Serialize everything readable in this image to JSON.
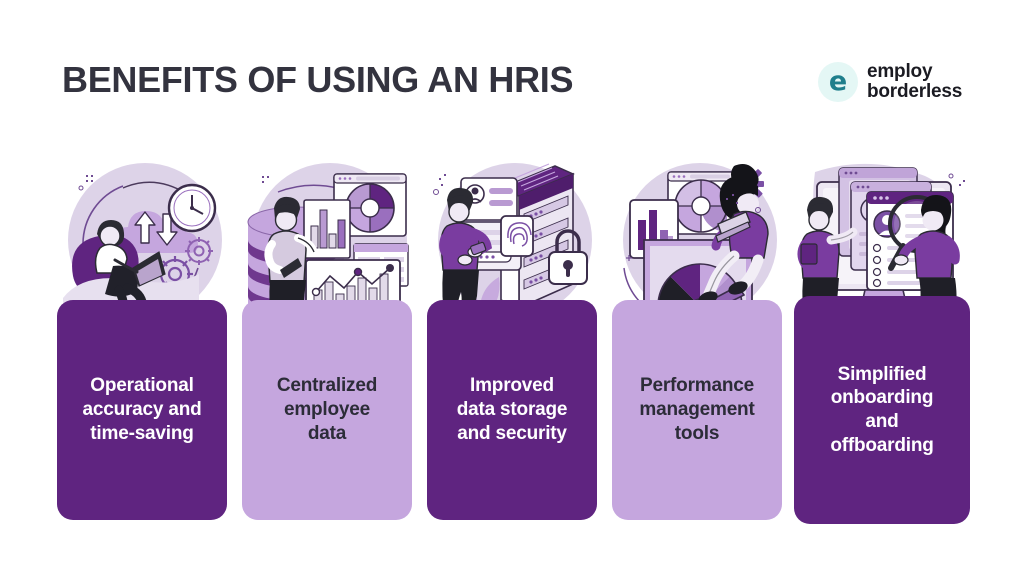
{
  "header": {
    "title": "BENEFITS OF USING AN HRIS",
    "logo": {
      "mark_glyph": "e",
      "line1": "employ",
      "line2": "borderless",
      "mark_color": "#1f7f8c",
      "mark_bg": "#e4f7f5"
    },
    "title_color": "#33333f"
  },
  "theme": {
    "dark_purple": "#5f2480",
    "light_purple": "#c5a6de",
    "mid_purple": "#9a6fbe",
    "pale_purple": "#d9c9e8",
    "lilac_bg": "#ddd3e8",
    "ink": "#2c2c38",
    "white": "#ffffff",
    "background": "#ffffff"
  },
  "cards": [
    {
      "id": "operational-accuracy",
      "label": "Operational\naccuracy and\ntime-saving",
      "label_lines": [
        "Operational",
        "accuracy and",
        "time-saving"
      ],
      "style": "dark",
      "illustration": "person-laptop-beanbag-cloud-clock-gears"
    },
    {
      "id": "centralized-employee-data",
      "label": "Centralized\nemployee\ndata",
      "label_lines": [
        "Centralized",
        "employee",
        "data"
      ],
      "style": "light",
      "illustration": "database-stack-person-charts"
    },
    {
      "id": "improved-data-storage",
      "label": "Improved\ndata storage\nand security",
      "label_lines": [
        "Improved",
        "data storage",
        "and security"
      ],
      "style": "dark",
      "illustration": "server-rack-fingerprint-padlock-person-phone"
    },
    {
      "id": "performance-management",
      "label": "Performance\nmanagement\ntools",
      "label_lines": [
        "Performance",
        "management",
        "tools"
      ],
      "style": "light",
      "illustration": "laptop-gauge-person-charts-gear"
    },
    {
      "id": "simplified-onboarding",
      "label": "Simplified\nonboarding\nand\noffboarding",
      "label_lines": [
        "Simplified",
        "onboarding",
        "and",
        "offboarding"
      ],
      "style": "dark",
      "illustration": "monitor-profile-cards-magnifier-two-people"
    }
  ]
}
